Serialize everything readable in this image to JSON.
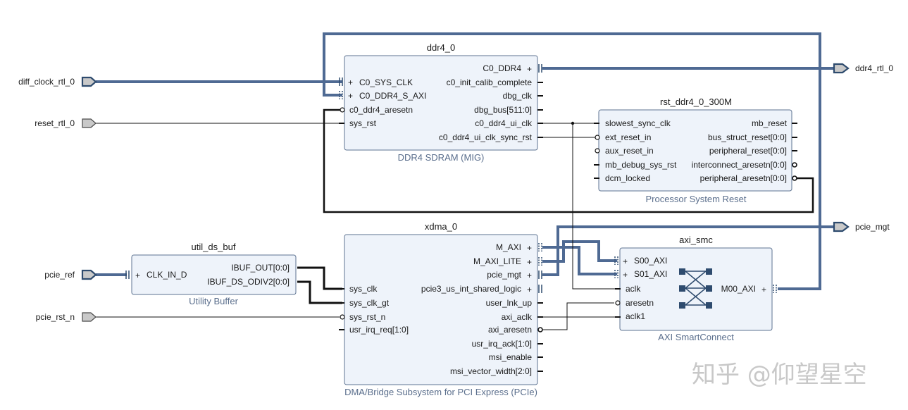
{
  "external_ports": {
    "diff_clock_rtl_0": "diff_clock_rtl_0",
    "reset_rtl_0": "reset_rtl_0",
    "pcie_ref": "pcie_ref",
    "pcie_rst_n": "pcie_rst_n",
    "ddr4_rtl_0": "ddr4_rtl_0",
    "pcie_mgt": "pcie_mgt"
  },
  "ddr4": {
    "name": "ddr4_0",
    "subtitle": "DDR4 SDRAM (MIG)",
    "left_pins": [
      "C0_SYS_CLK",
      "C0_DDR4_S_AXI",
      "c0_ddr4_aresetn",
      "sys_rst"
    ],
    "right_pins": [
      "C0_DDR4",
      "c0_init_calib_complete",
      "dbg_clk",
      "dbg_bus[511:0]",
      "c0_ddr4_ui_clk",
      "c0_ddr4_ui_clk_sync_rst"
    ]
  },
  "rst": {
    "name": "rst_ddr4_0_300M",
    "subtitle": "Processor System Reset",
    "left_pins": [
      "slowest_sync_clk",
      "ext_reset_in",
      "aux_reset_in",
      "mb_debug_sys_rst",
      "dcm_locked"
    ],
    "right_pins": [
      "mb_reset",
      "bus_struct_reset[0:0]",
      "peripheral_reset[0:0]",
      "interconnect_aresetn[0:0]",
      "peripheral_aresetn[0:0]"
    ]
  },
  "util": {
    "name": "util_ds_buf",
    "subtitle": "Utility Buffer",
    "left_pins": [
      "CLK_IN_D"
    ],
    "right_pins": [
      "IBUF_OUT[0:0]",
      "IBUF_DS_ODIV2[0:0]"
    ]
  },
  "xdma": {
    "name": "xdma_0",
    "subtitle": "DMA/Bridge Subsystem for PCI Express (PCIe)",
    "left_pins": [
      "sys_clk",
      "sys_clk_gt",
      "sys_rst_n",
      "usr_irq_req[1:0]"
    ],
    "right_pins": [
      "M_AXI",
      "M_AXI_LITE",
      "pcie_mgt",
      "pcie3_us_int_shared_logic",
      "user_lnk_up",
      "axi_aclk",
      "axi_aresetn",
      "usr_irq_ack[1:0]",
      "msi_enable",
      "msi_vector_width[2:0]"
    ]
  },
  "smc": {
    "name": "axi_smc",
    "subtitle": "AXI SmartConnect",
    "left_pins": [
      "S00_AXI",
      "S01_AXI",
      "aclk",
      "aresetn",
      "aclk1"
    ],
    "right_pins": [
      "M00_AXI"
    ]
  },
  "watermark": "知乎 @仰望星空"
}
